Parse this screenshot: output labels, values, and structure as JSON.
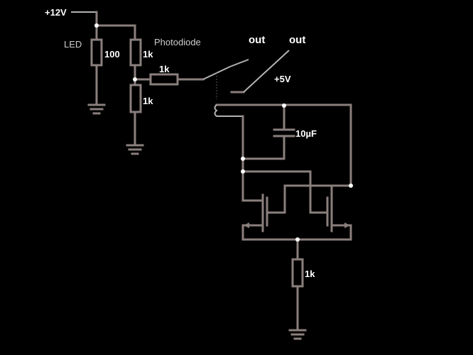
{
  "labels": {
    "supply_12v": "+12V",
    "led": "LED",
    "r_led": "100",
    "photodiode": "Photodiode",
    "r_photo": "1k",
    "r_series": "1k",
    "r_divider": "1k",
    "out_1": "out",
    "out_2": "out",
    "supply_5v": "+5V",
    "capacitor": "10µF",
    "r_emitter": "1k"
  }
}
